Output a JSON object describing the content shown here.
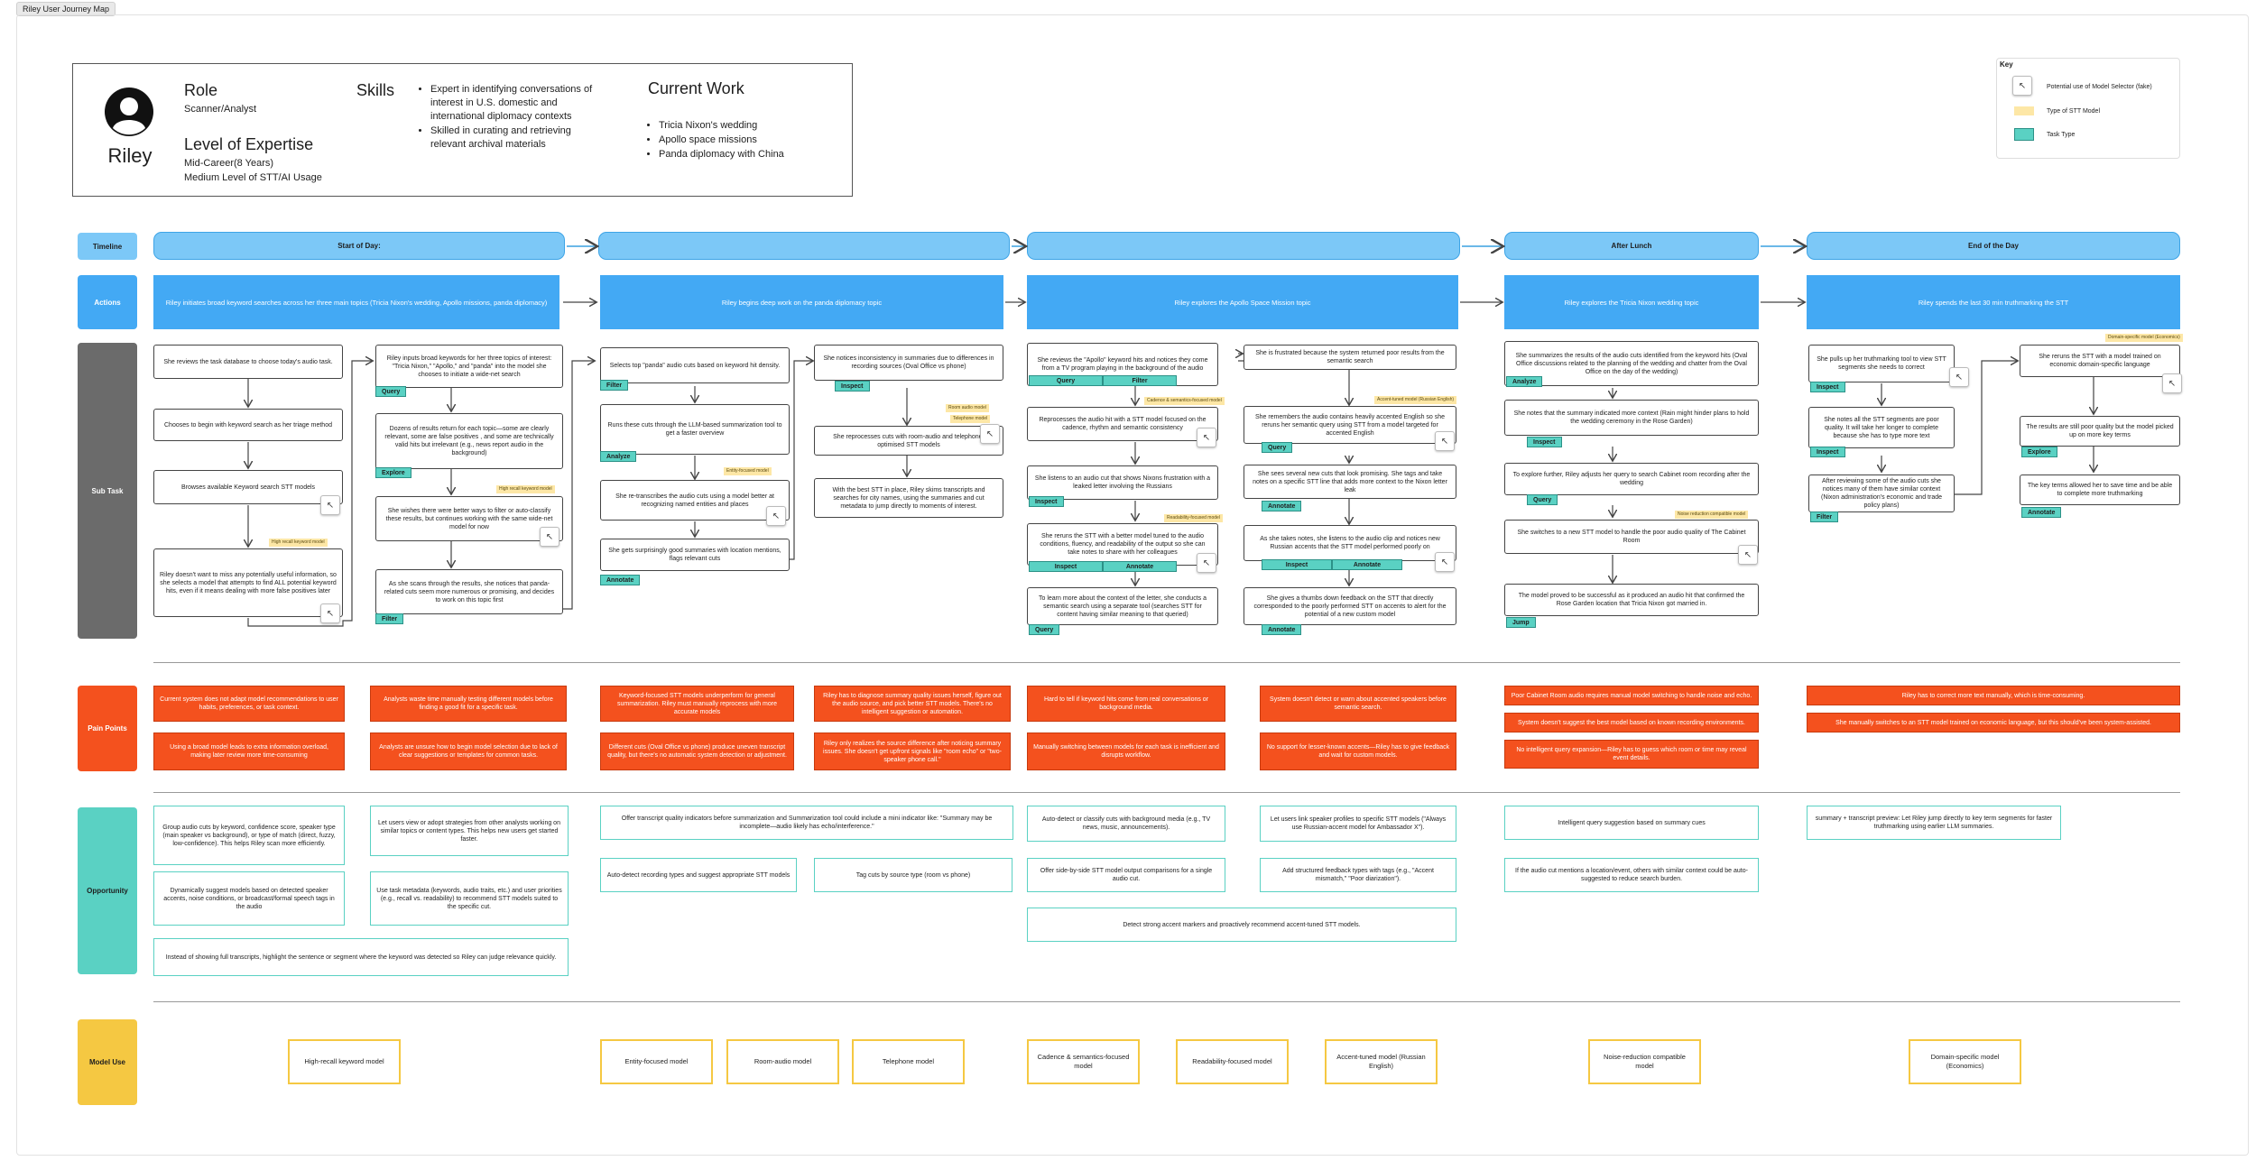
{
  "frame_title": "Riley User Journey Map",
  "persona": {
    "name": "Riley",
    "role_label": "Role",
    "role_value": "Scanner/Analyst",
    "expertise_label": "Level of Expertise",
    "expertise_lines": [
      "Mid-Career(8 Years)",
      "Medium Level of STT/AI Usage"
    ],
    "skills_label": "Skills",
    "skills": [
      "Expert in identifying conversations of interest in U.S. domestic and international diplomacy contexts",
      "Skilled in curating and retrieving relevant archival materials"
    ],
    "work_label": "Current Work",
    "work": [
      "Tricia Nixon's wedding",
      "Apollo space missions",
      "Panda diplomacy with China"
    ]
  },
  "key": {
    "title": "Key",
    "items": [
      "Potential use of Model Selector (fake)",
      "Type of STT Model",
      "Task Type"
    ]
  },
  "rows": {
    "timeline": "Timeline",
    "actions": "Actions",
    "subtask": "Sub Task",
    "pain": "Pain Points",
    "opportunity": "Opportunity",
    "model": "Model Use"
  },
  "phases": [
    "Start of Day:",
    "After Lunch",
    "End of the Day"
  ],
  "actions": [
    "Riley initiates broad keyword searches across her three main topics (Tricia Nixon's wedding, Apollo missions, panda diplomacy)",
    "Riley begins deep work on the panda diplomacy topic",
    "Riley explores the Apollo Space Mission topic",
    "Riley explores the Tricia Nixon wedding topic",
    "Riley  spends the last 30 min truthmarking the STT"
  ],
  "tasks": {
    "c1a": "She reviews the task database to choose today's audio task.",
    "c1b": "Chooses to begin with keyword search as her triage method",
    "c1c": "Browses available Keyword search STT models",
    "c1d": "Riley doesn't want to miss any potentially useful information, so she selects a model that attempts to find ALL potential keyword hits, even if it means dealing with more false positives later",
    "c2a": "Riley inputs broad keywords for her three topics of interest: \"Tricia Nixon,\" \"Apollo,\" and \"panda\" into the model she chooses to initiate a wide-net search",
    "c2b": "Dozens of results return for each topic—some are clearly relevant, some are false positives , and some are technically valid hits but irrelevant (e.g., news report audio in the background)",
    "c2c": "She wishes there were better ways to filter or auto-classify these results, but continues working with the same wide-net model for now",
    "c2d": "As she scans through the results, she notices that panda-related cuts seem more numerous or promising, and decides to work on this topic first",
    "c3a": "Selects top \"panda\" audio cuts based on keyword hit density.",
    "c3b": "Runs these cuts through the LLM-based summarization tool to get a faster overview",
    "c3c": "She re-transcribes the audio cuts using a model better at recognizing named entities and places",
    "c3d": "She gets surprisingly good summaries with location mentions, flags relevant cuts",
    "c4a": "She notices inconsistency in summaries due to differences in recording sources (Oval Office vs phone)",
    "c4b": "She reprocesses cuts with room-audio and telephone-optimised STT models",
    "c4c": "With the best STT in place, Riley skims transcripts and searches for city names, using the summaries and cut metadata to jump directly to moments of interest.",
    "c5a": "She reviews the \"Apollo\" keyword hits and notices they come from a TV program playing in the background of the audio",
    "c5b": "Reprocesses the audio hit with a STT model focused on the cadence, rhythm and semantic consistency",
    "c5c": "She listens to an audio cut that shows Nixons frustration with a leaked letter involving the Russians",
    "c5d": "She reruns the STT with a better model tuned to the audio conditions, fluency, and readability of the output so she can take notes to share with her colleagues",
    "c5e": "To learn more about the context of the letter, she conducts a semantic search using a separate tool (searches STT for content having similar meaning to that queried)",
    "c6a": "She is frustrated because the system returned poor results from the semantic search",
    "c6b": "She remembers the audio contains heavily accented English so she reruns her semantic query using STT from a model targeted for accented English",
    "c6c": "She sees several new cuts that look promising. She tags and take notes on a specific STT line that adds more context to the Nixon letter leak",
    "c6d": "As she takes notes, she listens to the audio clip and notices new Russian accents that the STT model performed poorly on",
    "c6e": "She gives a thumbs down feedback on the STT that directly corresponded to the poorly performed STT on accents to alert for the potential of a new custom model",
    "c7a": "She summarizes the results of the audio cuts identified from the keyword hits (Oval Office discussions related to the planning of the wedding and chatter from the Oval Office on the day of the wedding)",
    "c7b": "She notes that the summary indicated more context (Rain might hinder plans to hold the wedding ceremony in the Rose Garden)",
    "c7c": "To explore further, Riley adjusts her query to search Cabinet room recording after the wedding",
    "c7d": "She switches to a new STT model to handle the poor audio quality of The Cabinet Room",
    "c7e": "The model proved to be successful as it produced an audio hit that confirmed the Rose Garden location that Tricia Nixon got married in.",
    "c8a": "She pulls up her truthmarking tool to view STT segments she needs to correct",
    "c8b": "She notes all the STT segments are poor quality. It will take her longer to complete because she has to type more text",
    "c8c": "After reviewing some of the audio cuts she notices many of them have similar context (Nixon administration's economic and trade policy plans)",
    "c9a": "She reruns the STT with a model trained on economic domain-specific language",
    "c9b": "The results are still poor quality but the model picked up on more key terms",
    "c9c": "The key terms allowed her to save time and be able to complete more truthmarking"
  },
  "task_tags": {
    "query": "Query",
    "explore": "Explore",
    "filter": "Filter",
    "analyze": "Analyze",
    "annotate": "Annotate",
    "inspect": "Inspect",
    "jump": "Jump"
  },
  "model_tags": {
    "high_recall": "High recall keyword model",
    "entity": "Entity-focused model",
    "room": "Room audio model",
    "telephone": "Telephone model",
    "cadence": "Cadence & semantics-focused model",
    "readability": "Readability-focused model",
    "accent": "Accent-tuned model (Russian English)",
    "noise": "Noise reduction compatible model",
    "domain": "Domain-specific model (Economics)"
  },
  "pain_points": [
    "Current system does not adapt model recommendations to user habits, preferences, or task context.",
    "Using a broad model leads to extra information overload, making later review more time-consuming",
    "Analysts waste time manually testing different models before finding a good fit for a specific task.",
    "Analysts are unsure how to begin model selection due to lack of clear suggestions or templates for common tasks.",
    "Keyword-focused STT models underperform for general summarization. Riley must manually reprocess with more accurate models",
    "Different cuts (Oval Office vs phone) produce uneven transcript quality, but there's no automatic system detection or adjustment.",
    "Riley has to diagnose summary quality issues herself, figure out the audio source, and pick better STT models. There's no intelligent suggestion or automation.",
    "Riley only realizes the source difference after noticing summary issues. She doesn't get upfront signals like \"room echo\" or \"two-speaker phone call.\"",
    "Hard to tell if keyword hits come from real conversations or background media.",
    "Manually switching between models for each task is inefficient and disrupts workflow.",
    "System doesn't detect or warn about accented speakers before semantic search.",
    "No support for lesser-known accents—Riley has to give feedback and wait for custom models.",
    "Poor Cabinet Room audio requires manual model switching to handle noise and echo.",
    "System doesn't suggest the best model based on known recording environments.",
    "No intelligent query expansion—Riley has to guess which room or time may reveal event details.",
    "Riley has to correct more text manually, which is time-consuming.",
    "She manually switches to an STT model trained on economic language, but this should've been system-assisted."
  ],
  "opportunities": [
    "Group audio cuts by keyword, confidence score, speaker type (main speaker vs background), or type of match (direct, fuzzy, low-confidence). This helps Riley scan more efficiently.",
    "Dynamically suggest models based on detected speaker accents, noise conditions, or broadcast/formal speech tags in the audio",
    "Instead of showing full transcripts, highlight the sentence or segment where the keyword was detected so Riley can judge relevance quickly.",
    "Let users view or adopt strategies from other analysts working on similar topics or content types. This helps new users get started faster.",
    "Use task metadata (keywords, audio traits, etc.) and user priorities (e.g., recall vs. readability) to recommend STT models suited to the specific cut.",
    "Offer transcript quality indicators before summarization and Summarization tool could include a mini indicator like: \"Summary may be incomplete—audio likely has echo/interference.\"",
    "Auto-detect recording types and suggest appropriate STT models",
    "Tag cuts by source type (room vs phone)",
    "Auto-detect or classify cuts with background media (e.g., TV news, music, announcements).",
    "Offer side-by-side STT model output comparisons for a single audio cut.",
    "Let users link speaker profiles to specific STT models (\"Always use Russian-accent model for Ambassador X\").",
    "Add structured feedback types with tags (e.g., \"Accent mismatch,\" \"Poor diarization\").",
    "Detect strong accent markers and proactively recommend accent-tuned STT models.",
    "Intelligent query suggestion based on summary cues",
    "If the audio cut mentions a location/event, others with similar context could be auto-suggested to reduce search burden.",
    "summary + transcript preview: Let Riley jump directly to key term segments for faster truthmarking using earlier LLM summaries."
  ],
  "model_use": [
    "High-recall keyword model",
    "Entity-focused model",
    "Room-audio model",
    "Telephone model",
    "Cadence & semantics-focused model",
    "Readability-focused model",
    "Accent-tuned model (Russian English)",
    "Noise-reduction compatible model",
    "Domain-specific model (Economics)"
  ],
  "colors": {
    "timeline": "#7cc8f7",
    "action": "#43a9f4",
    "subtask_label": "#6b6b6b",
    "pain": "#f4511e",
    "opportunity": "#5ad1c3",
    "model": "#f5c842",
    "task_tag": "#5ad1c3",
    "model_tag": "#fde7a6"
  },
  "icons": [
    "person-avatar-icon",
    "cursor-pointer-icon"
  ]
}
